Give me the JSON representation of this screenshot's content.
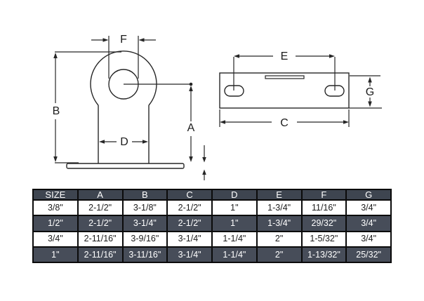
{
  "diagram": {
    "line_color": "#262626",
    "front_view": {
      "description": "eye bracket front view",
      "labels": {
        "f": "F",
        "b": "B",
        "d": "D",
        "a": "A"
      }
    },
    "side_view": {
      "description": "base plate bottom view with two slots",
      "labels": {
        "e": "E",
        "c": "C",
        "g": "G"
      }
    }
  },
  "table": {
    "headers": [
      "SIZE",
      "A",
      "B",
      "C",
      "D",
      "E",
      "F",
      "G"
    ],
    "rows": [
      [
        "3/8\"",
        "2-1/2\"",
        "3-1/8\"",
        "2-1/2\"",
        "1\"",
        "1-3/4\"",
        "11/16\"",
        "3/4\""
      ],
      [
        "1/2\"",
        "2-1/2\"",
        "3-1/4\"",
        "2-1/2\"",
        "1\"",
        "1-3/4\"",
        "29/32\"",
        "3/4\""
      ],
      [
        "3/4\"",
        "2-11/16\"",
        "3-9/16\"",
        "3-1/4\"",
        "1-1/4\"",
        "2\"",
        "1-5/32\"",
        "3/4\""
      ],
      [
        "1\"",
        "2-11/16\"",
        "3-11/16\"",
        "3-1/4\"",
        "1-1/4\"",
        "2\"",
        "1-13/32\"",
        "25/32\""
      ]
    ],
    "colors": {
      "header_bg": "#3e4550",
      "header_text": "#ffffff",
      "row_alt_bg": "#474d59",
      "row_alt_text": "#ffffff",
      "row_bg": "#ffffff",
      "row_text": "#1b1b1b",
      "border": "#0b0b0b"
    }
  }
}
